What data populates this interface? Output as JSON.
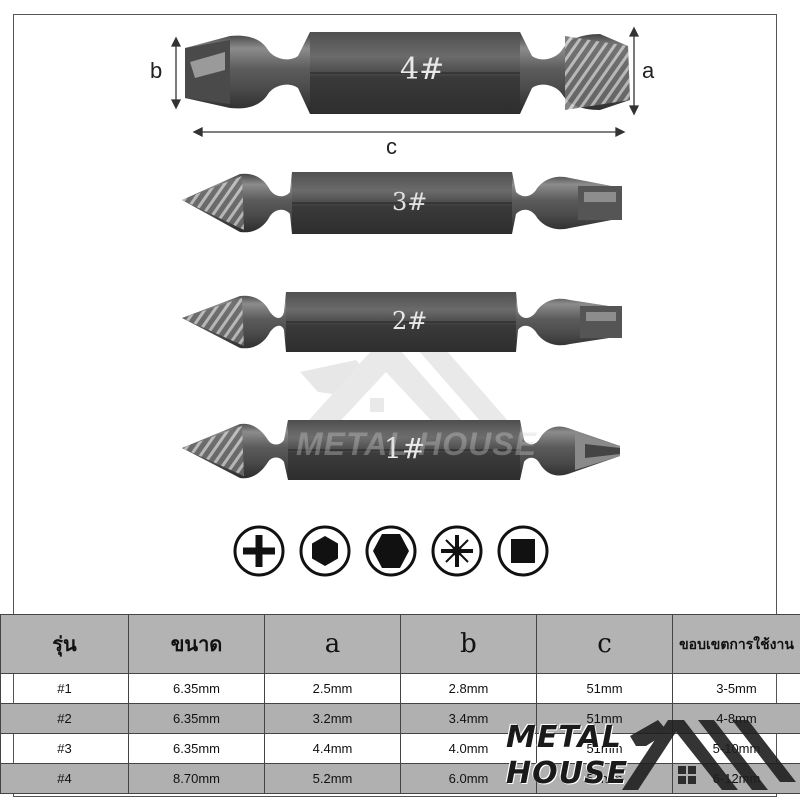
{
  "product": {
    "bits": [
      {
        "label": "4#"
      },
      {
        "label": "3#"
      },
      {
        "label": "2#"
      },
      {
        "label": "1#"
      }
    ],
    "dimension_labels": {
      "a": "a",
      "b": "b",
      "c": "c"
    },
    "watermark_center": "METAL HOUSE"
  },
  "icons": [
    "phillips-cross-icon",
    "hex-socket-icon",
    "hex-head-icon",
    "star-cross-icon",
    "square-socket-icon"
  ],
  "table": {
    "headers": [
      "รุ่น",
      "ขนาด",
      "a",
      "b",
      "c",
      "ขอบเขตการใช้งาน"
    ],
    "rows": [
      [
        "#1",
        "6.35mm",
        "2.5mm",
        "2.8mm",
        "51mm",
        "3-5mm"
      ],
      [
        "#2",
        "6.35mm",
        "3.2mm",
        "3.4mm",
        "51mm",
        "4-8mm"
      ],
      [
        "#3",
        "6.35mm",
        "4.4mm",
        "4.0mm",
        "51mm",
        "5-10mm"
      ],
      [
        "#4",
        "8.70mm",
        "5.2mm",
        "6.0mm",
        "51mm",
        "6-12mm"
      ]
    ]
  },
  "brand": {
    "line1": "METAL",
    "line2": "HOUSE"
  }
}
